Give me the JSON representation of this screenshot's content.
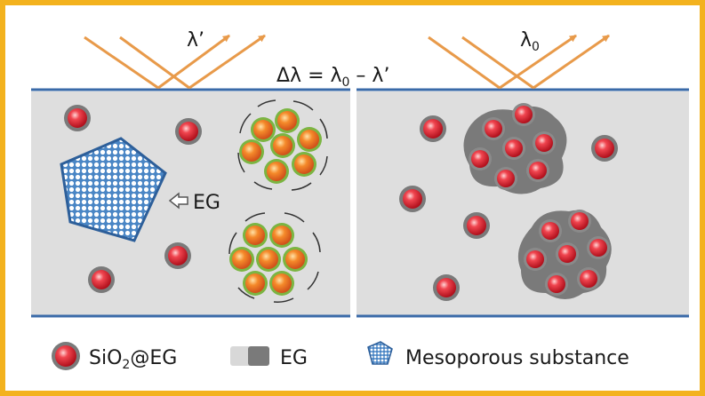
{
  "colors": {
    "frame": "#f3b21e",
    "panel_fill": "#dedede",
    "plate_line": "#3a6aa8",
    "light_ray": "#e89a4a",
    "eg_dark": "#7a7a7a",
    "eg_light": "#d8d8d8",
    "sphere_red": "#d81e2c",
    "sphere_orange": "#f07a1e",
    "shell_green": "#7bb542",
    "mesoporous_fill": "#4a86c5"
  },
  "top": {
    "left_wavelength": "λ’",
    "right_wavelength_symbol": "λ",
    "right_wavelength_sub": "0",
    "equation": {
      "lhs": "Δλ = λ",
      "sub": "0",
      "rhs": " – λ’"
    }
  },
  "left_panel": {
    "arrow_label": "EG"
  },
  "legend": {
    "item1_prefix": "SiO",
    "item1_sub": "2",
    "item1_suffix": "@EG",
    "item2": "EG",
    "item3": "Mesoporous substance"
  }
}
